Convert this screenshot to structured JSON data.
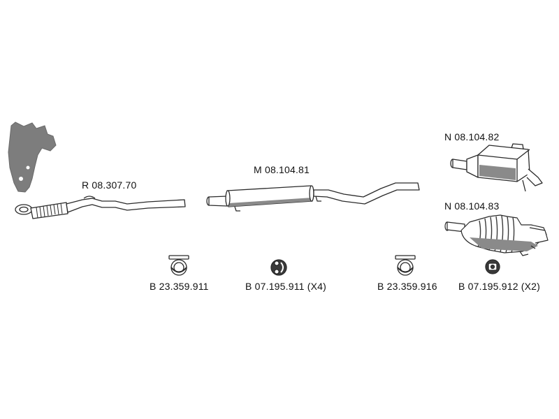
{
  "parts": {
    "front_pipe": {
      "label": "R 08.307.70",
      "icon": "front-pipe-with-flex-icon"
    },
    "middle_silencer": {
      "label": "M 08.104.81",
      "icon": "middle-silencer-icon"
    },
    "rear_silencer_a": {
      "label": "N 08.104.82",
      "icon": "rear-silencer-box-icon"
    },
    "rear_silencer_b": {
      "label": "N 08.104.83",
      "icon": "rear-silencer-ribbed-icon"
    },
    "clamp_1": {
      "label": "B 23.359.911",
      "icon": "pipe-clamp-icon"
    },
    "hanger_1": {
      "label": "B 07.195.911 (X4)",
      "icon": "rubber-hanger-icon"
    },
    "clamp_2": {
      "label": "B 23.359.916",
      "icon": "pipe-clamp-icon"
    },
    "hanger_2": {
      "label": "B 07.195.912 (X2)",
      "icon": "rubber-mount-icon"
    }
  },
  "engine_block_icon": "engine-manifold-silhouette-icon",
  "colors": {
    "line": "#2a2a2a",
    "fill": "#ffffff",
    "shade": "#8a8a8a",
    "engine": "#7d7d7d"
  }
}
